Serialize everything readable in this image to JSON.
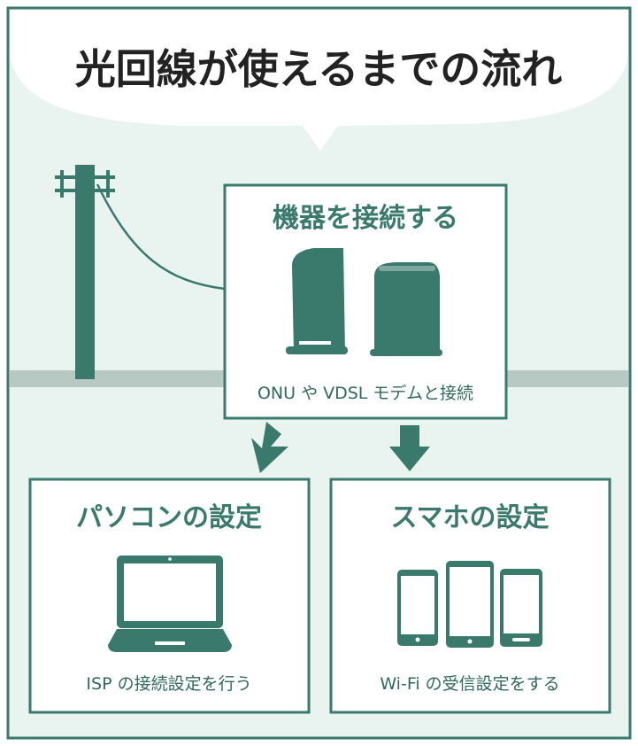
{
  "title": "光回線が使えるまでの流れ",
  "steps": {
    "connect": {
      "heading": "機器を接続する",
      "caption": "ONU や VDSL モデムと接続"
    },
    "pc": {
      "heading": "パソコンの設定",
      "caption": "ISP の接続設定を行う"
    },
    "phone": {
      "heading": "スマホの設定",
      "caption": "Wi-Fi の受信設定をする"
    }
  },
  "colors": {
    "accent": "#3a7a6c",
    "background": "#e9f4f1",
    "frame": "#3a7a6c",
    "ground": "#b8c9c3",
    "white": "#ffffff"
  },
  "icons": [
    "utility-pole-icon",
    "router-icon",
    "modem-icon",
    "arrow-down-icon",
    "laptop-icon",
    "smartphone-icon",
    "tablet-icon"
  ]
}
